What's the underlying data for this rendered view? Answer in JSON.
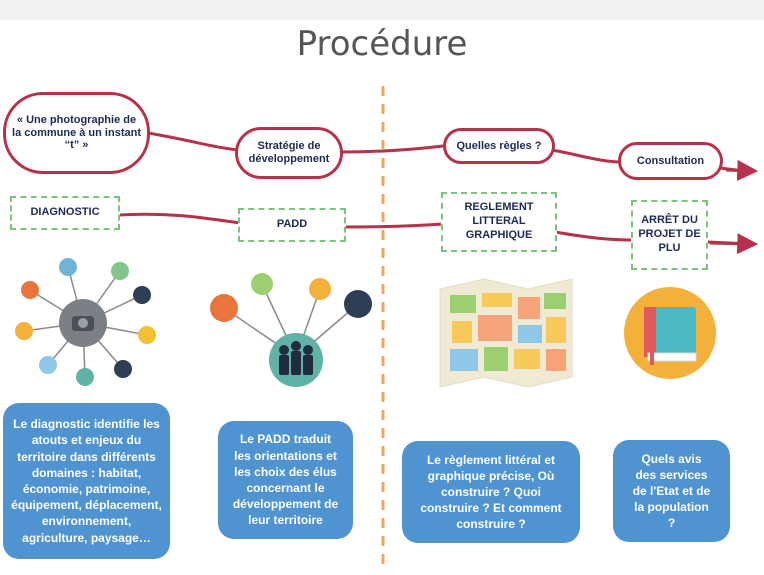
{
  "page": {
    "title": "Procédure"
  },
  "columns": [
    {
      "bubble": "« Une photographie de la commune à un instant “t” »",
      "tag": "DIAGNOSTIC",
      "card": "Le diagnostic identifie les atouts et enjeux du territoire dans différents domaines : habitat, économie, patrimoine, équipement, déplacement, environnement, agriculture, paysage…"
    },
    {
      "bubble": "Stratégie de développement",
      "tag": "PADD",
      "card": "Le PADD traduit les orientations et les choix des élus concernant le développement de leur territoire"
    },
    {
      "bubble": "Quelles règles ?",
      "tag": "REGLEMENT LITTERAL GRAPHIQUE",
      "card": "Le règlement littéral et graphique précise, Où construire ? Quoi construire ? Et comment construire ?"
    },
    {
      "bubble": "Consultation",
      "tag": "ARRÊT DU PROJET DE PLU",
      "card": "Quels avis des services de l'Etat et de la population ?"
    }
  ],
  "colors": {
    "bubble_border": "#b5324a",
    "tag_border": "#7cc27a",
    "card_bg": "#4f93d0",
    "divider": "#f0a35e",
    "text_dark": "#1c2a55"
  },
  "icons": [
    "diagnostic-network-icon",
    "padd-elected-officials-icon",
    "city-map-icon",
    "closed-book-icon"
  ]
}
